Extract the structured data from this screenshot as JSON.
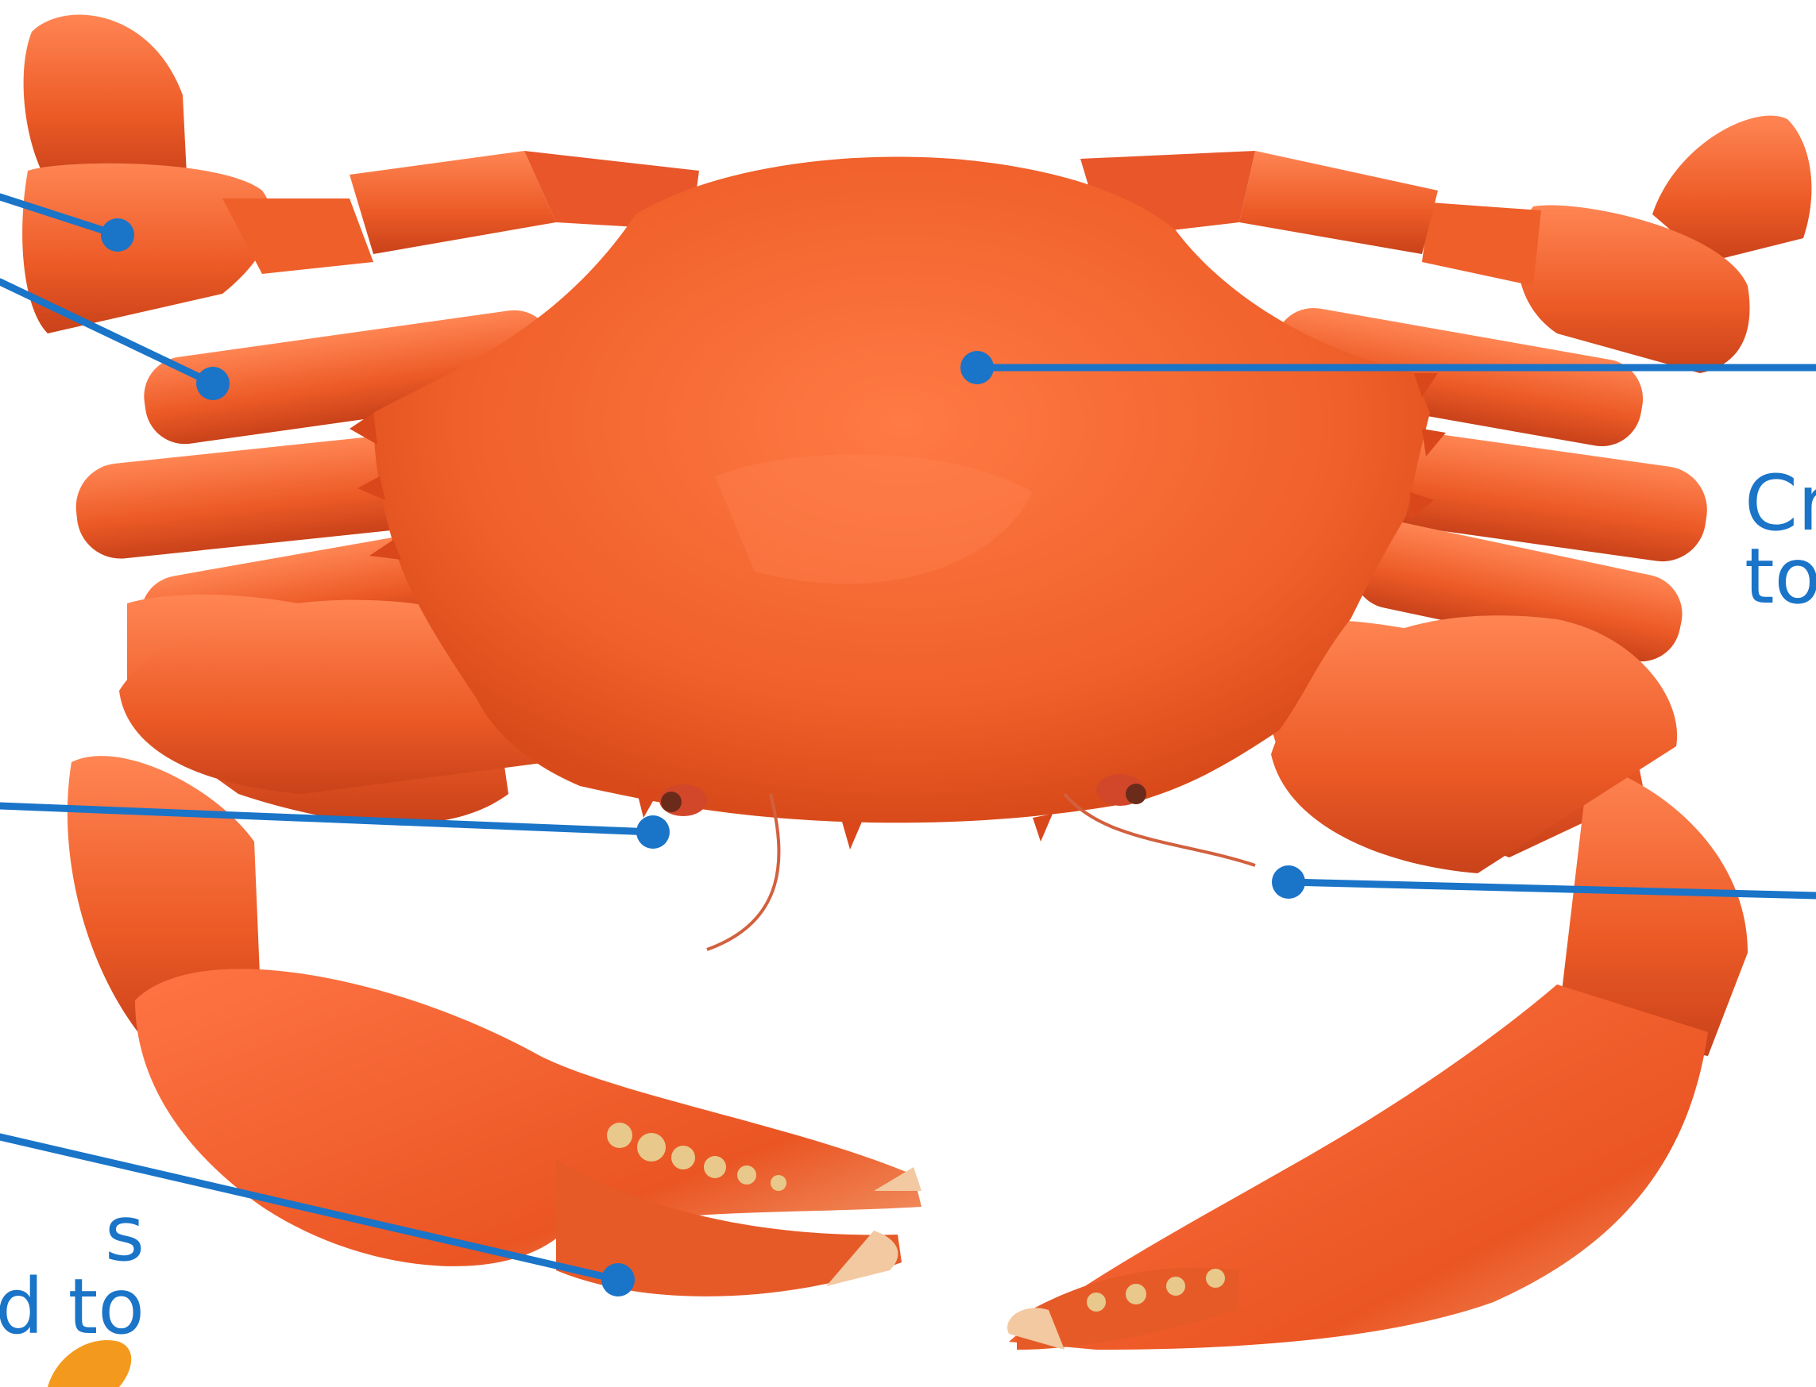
{
  "colors": {
    "leader_line": "#1a74c8",
    "shell": "#f0642e",
    "shell_shade": "#d9471a",
    "shell_light": "#ff8552",
    "claw_tip": "#f2c9a0",
    "teeth": "#e8c98b",
    "antenna": "#d2603e",
    "logo_accent": "#f39a1e",
    "background": "#ffffff"
  },
  "labels": {
    "carapace": {
      "line1": "Cr",
      "line2": "to"
    },
    "claw": {
      "line1": "s",
      "line2": "d to"
    }
  },
  "markers": [
    "swimming-paddle-marker",
    "walking-leg-marker",
    "carapace-marker",
    "eye-marker",
    "antenna-marker",
    "claw-marker"
  ]
}
